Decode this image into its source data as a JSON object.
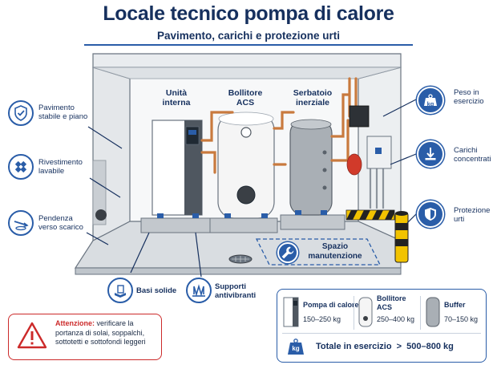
{
  "header": {
    "title": "Locale tecnico pompa di calore",
    "subtitle": "Pavimento, carichi e protezione urti"
  },
  "room_labels": {
    "unit": "Unità\ninterna",
    "boiler": "Bollitore\nACS",
    "tank": "Serbatoio\ninerziale",
    "maintenance": "Spazio\nmanutenzione"
  },
  "left_callouts": [
    {
      "label": "Pavimento\nstabile e piano",
      "icon": "shield-check-icon"
    },
    {
      "label": "Rivestimento\nlavabile",
      "icon": "tile-icon"
    },
    {
      "label": "Pendenza\nverso scarico",
      "icon": "slope-icon"
    }
  ],
  "right_callouts": [
    {
      "label": "Peso in\nesercizio",
      "icon": "weight-kg-icon",
      "badge": "kg"
    },
    {
      "label": "Carichi\nconcentrati",
      "icon": "arrow-down-load-icon"
    },
    {
      "label": "Protezione\nurti",
      "icon": "shield-icon"
    }
  ],
  "bottom_callouts": [
    {
      "label": "Basi solide",
      "icon": "base-block-icon"
    },
    {
      "label": "Supporti\nantivibranti",
      "icon": "spring-icon"
    }
  ],
  "warning": {
    "title": "Attenzione:",
    "text": " verificare la portanza di solai, soppalchi, sottotetti e sottofondi leggeri",
    "icon": "warning-triangle-icon"
  },
  "loads": {
    "items": [
      {
        "name": "Pompa di calore",
        "range": "150–250 kg",
        "icon": "heat-pump-icon"
      },
      {
        "name": "Bollitore\nACS",
        "range": "250–400 kg",
        "icon": "boiler-icon"
      },
      {
        "name": "Buffer",
        "range": "70–150 kg",
        "icon": "buffer-tank-icon"
      }
    ],
    "total_badge": "kg",
    "total_label": "Totale in esercizio",
    "total_sign": ">",
    "total_value": "500–800 kg"
  },
  "colors": {
    "navy": "#16305e",
    "accent_blue": "#2a5da8",
    "warning_red": "#cc2a2a",
    "copper": "#c97a3e",
    "hazard_yellow": "#f2c300"
  }
}
